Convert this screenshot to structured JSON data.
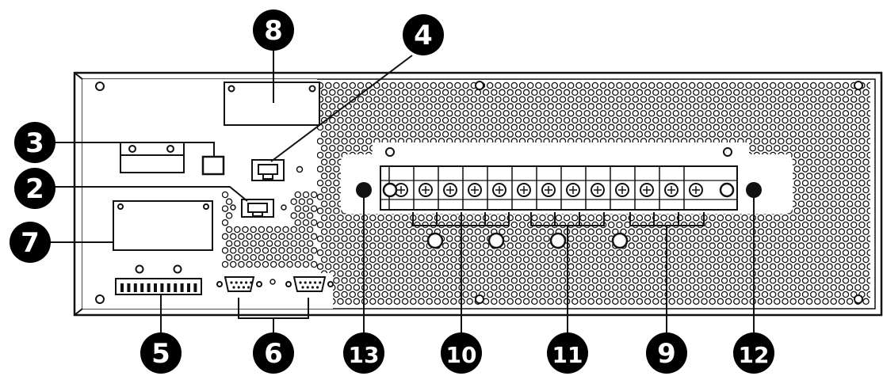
{
  "callouts": {
    "c2": "2",
    "c3": "3",
    "c4": "4",
    "c5": "5",
    "c6": "6",
    "c7": "7",
    "c8": "8",
    "c9": "9",
    "c10": "10",
    "c11": "11",
    "c12": "12",
    "c13": "13"
  },
  "colors": {
    "ink": "#111111",
    "panel": "#ffffff",
    "badge": "#000000"
  }
}
